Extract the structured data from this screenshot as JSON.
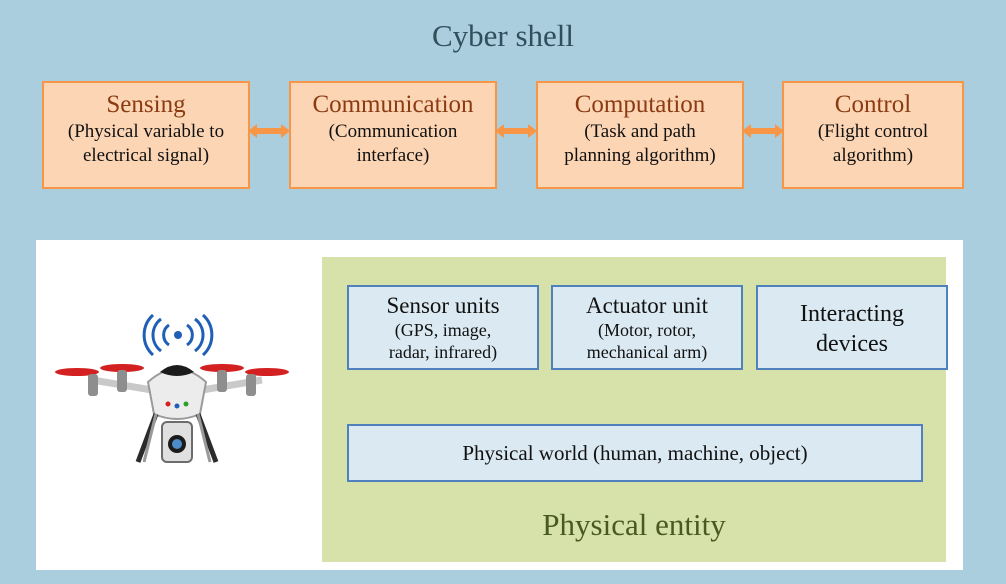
{
  "cyber_shell": {
    "title": "Cyber shell",
    "modules": [
      {
        "title": "Sensing",
        "desc_line1": "(Physical variable to",
        "desc_line2": "electrical signal)"
      },
      {
        "title": "Communication",
        "desc_line1": "(Communication",
        "desc_line2": "interface)"
      },
      {
        "title": "Computation",
        "desc_line1": "(Task and path",
        "desc_line2": "planning algorithm)"
      },
      {
        "title": "Control",
        "desc_line1": "(Flight control",
        "desc_line2": "algorithm)"
      }
    ]
  },
  "physical_entity": {
    "title": "Physical entity",
    "units": [
      {
        "title": "Sensor units",
        "desc_line1": "(GPS, image,",
        "desc_line2": "radar, infrared)"
      },
      {
        "title": "Actuator unit",
        "desc_line1": "(Motor, rotor,",
        "desc_line2": "mechanical arm)"
      },
      {
        "title_line1": "Interacting",
        "title_line2": "devices"
      }
    ],
    "world": "Physical world (human, machine, object)"
  },
  "illustration": {
    "icon": "drone-icon",
    "signal_icon": "wireless-signal-icon"
  },
  "colors": {
    "cyber_background": "#abcedf",
    "cyber_box_fill": "#fcd5b4",
    "cyber_box_border": "#f79646",
    "physical_fill": "#d6e2aa",
    "unit_fill": "#dae9f2",
    "unit_border": "#4f81bd"
  }
}
